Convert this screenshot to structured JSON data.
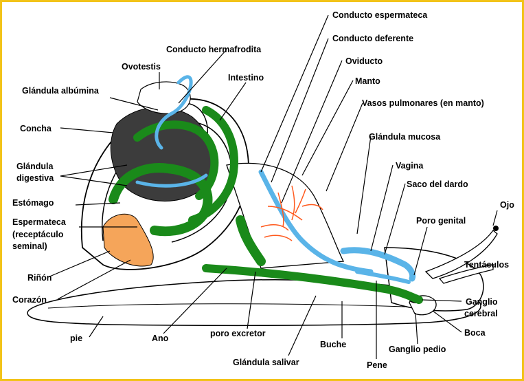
{
  "colors": {
    "frame": "#f2c319",
    "intestine": "#1a8a1a",
    "blue_ducts": "#5ab4e8",
    "pulmonary_vessels": "#ff5a1e",
    "kidney": "#f5a55a",
    "digestive_gland": "#3c3c3c"
  },
  "labels": {
    "conducto_espermateca": "Conducto espermateca",
    "conducto_deferente": "Conducto deferente",
    "conducto_hermafrodita": "Conducto hermafrodita",
    "oviducto": "Oviducto",
    "ovotestis": "Ovotestis",
    "intestino": "Intestino",
    "manto": "Manto",
    "glandula_albumina": "Glándula albúmina",
    "vasos_pulmonares": "Vasos pulmonares (en manto)",
    "concha": "Concha",
    "glandula_mucosa": "Glándula mucosa",
    "glandula_digestiva_1": "Glándula",
    "glandula_digestiva_2": "digestiva",
    "vagina": "Vagina",
    "estomago": "Estómago",
    "saco_del_dardo": "Saco del dardo",
    "ojo": "Ojo",
    "espermateca_1": "Espermateca",
    "espermateca_2": "(receptáculo",
    "espermateca_3": "seminal)",
    "poro_genital": "Poro genital",
    "tentaculos": "Tentáculos",
    "rinon": "Riñón",
    "ganglio_cerebral_1": "Ganglio",
    "ganglio_cerebral_2": "cerebral",
    "corazon": "Corazón",
    "boca": "Boca",
    "pie": "pie",
    "ano": "Ano",
    "poro_excretor": "poro excretor",
    "buche": "Buche",
    "ganglio_pedio": "Ganglio pedio",
    "glandula_salivar": "Glándula salivar",
    "pene": "Pene"
  }
}
